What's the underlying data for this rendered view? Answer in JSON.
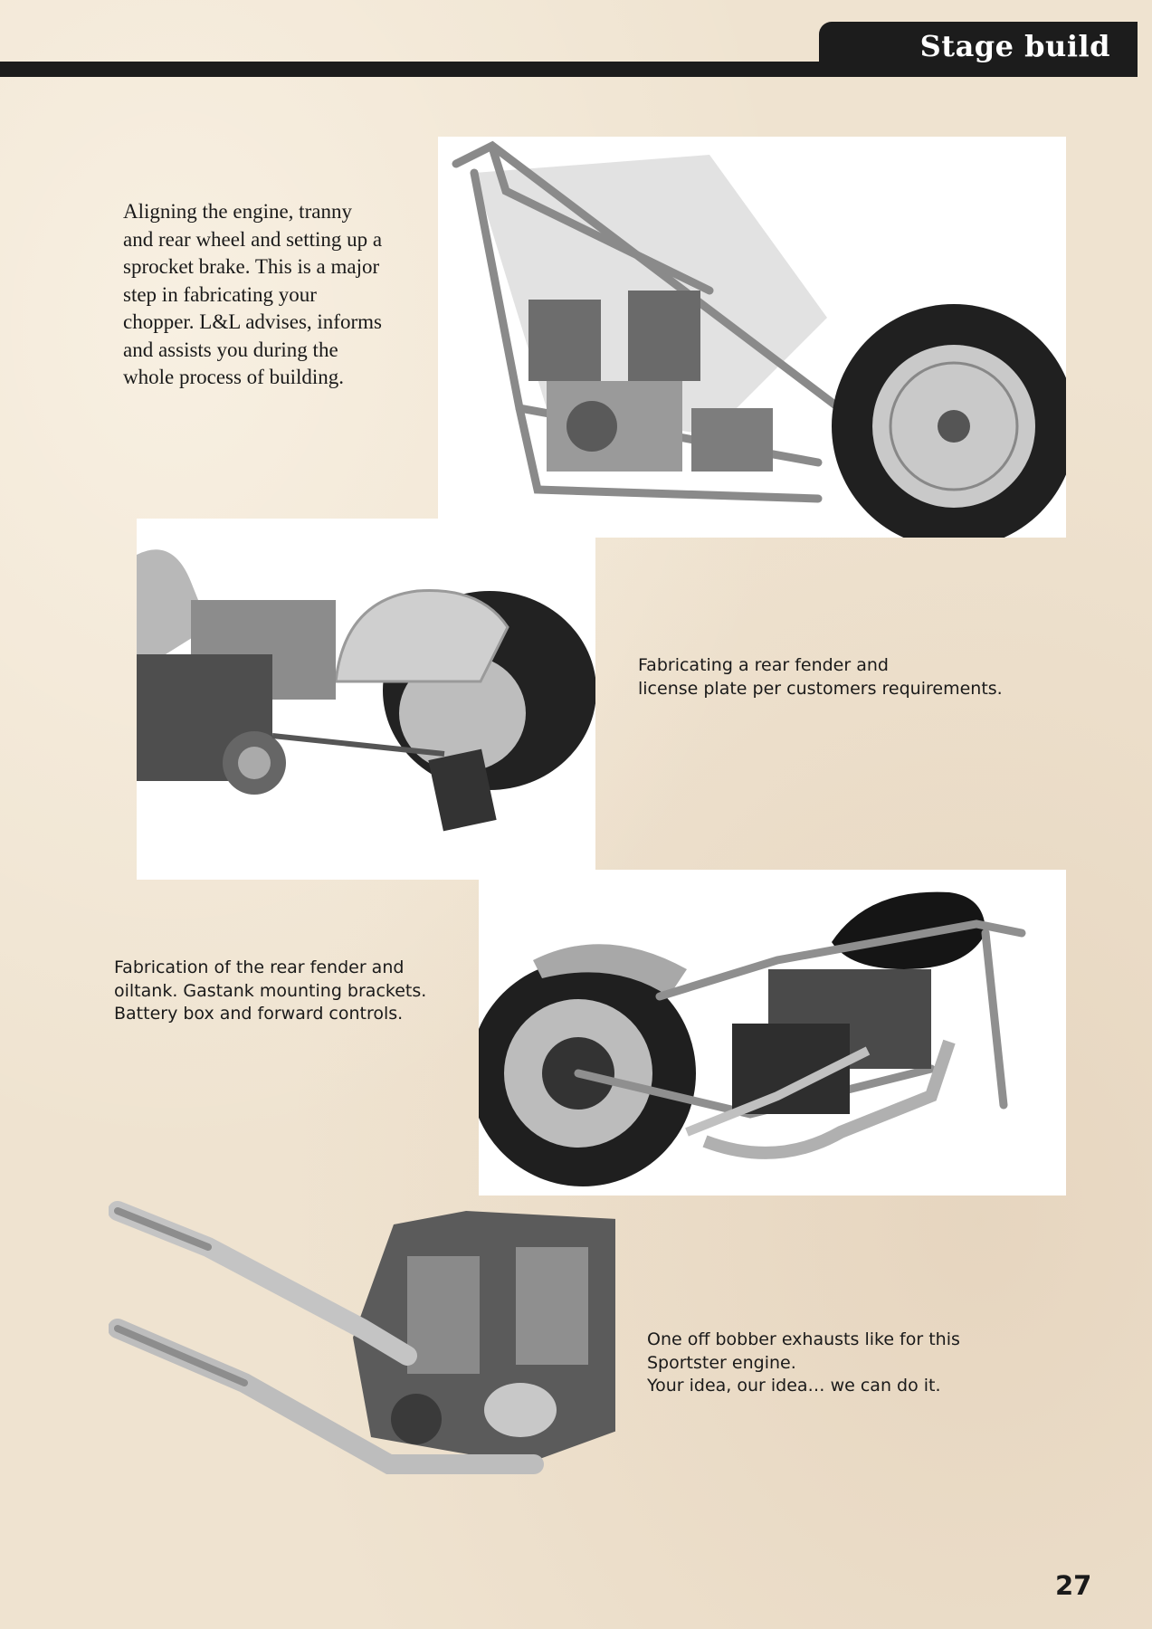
{
  "header": {
    "title": "Stage build"
  },
  "sections": [
    {
      "caption": "Aligning the engine, tranny\nand rear wheel and setting up a\nsprocket brake. This is a major\nstep in fabricating your\nchopper. L&L advises, informs\nand assists you during the\nwhole process of building."
    },
    {
      "caption": "Fabricating a rear fender and\nlicense plate per customers requirements."
    },
    {
      "caption": "Fabrication of the rear fender and\noiltank. Gastank mounting brackets.\nBattery box and forward controls."
    },
    {
      "caption": "One off bobber exhausts like for this\nSportster engine.\nYour idea, our idea… we can do it."
    }
  ],
  "page_number": "27",
  "colors": {
    "paper": "#efe3d0",
    "header": "#1c1c1c",
    "text": "#1a1a1a"
  }
}
